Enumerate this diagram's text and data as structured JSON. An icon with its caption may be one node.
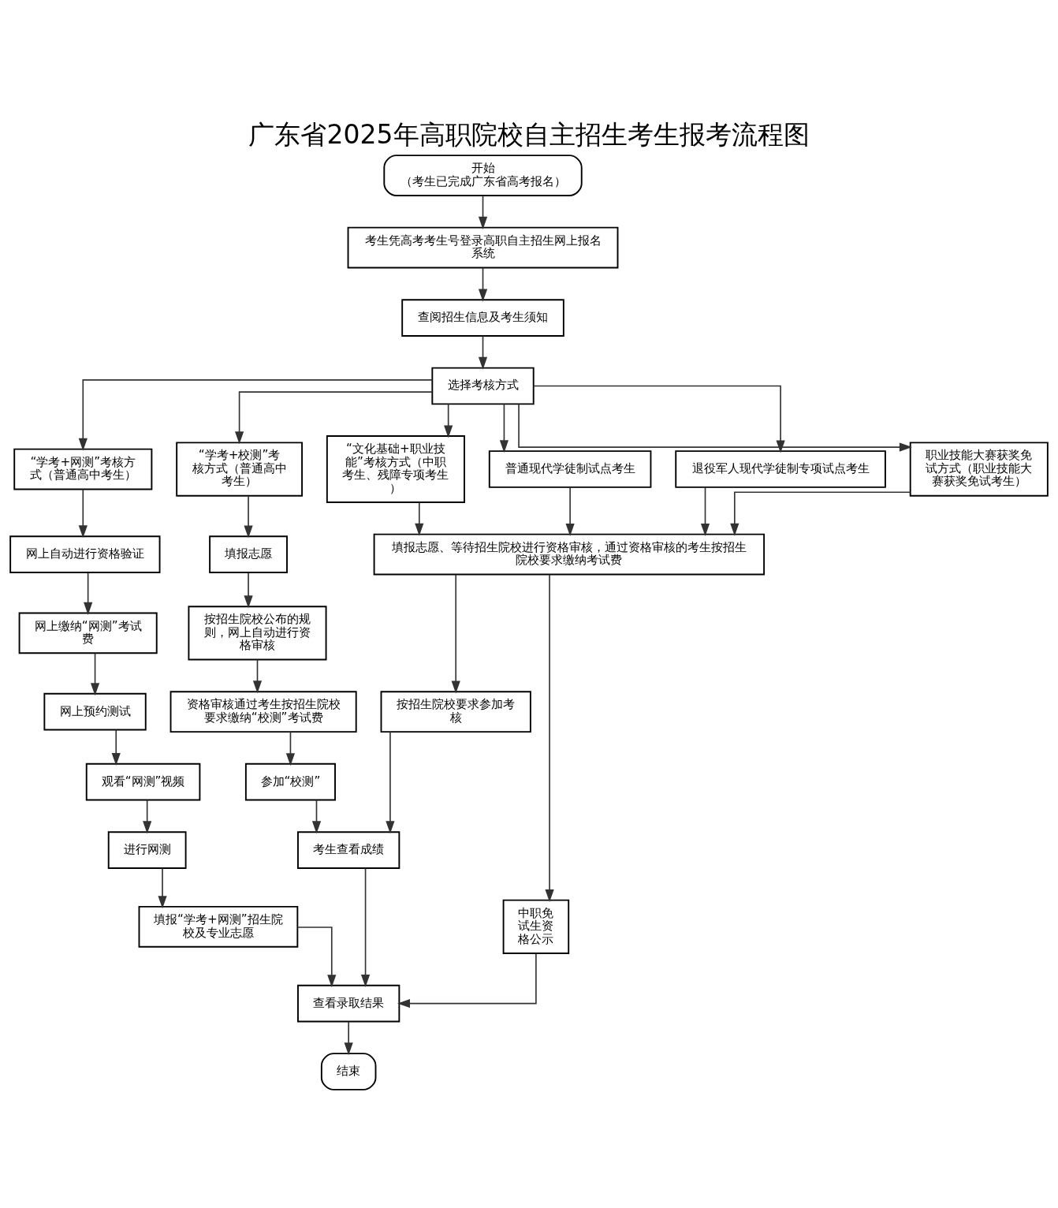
{
  "diagram": {
    "title": "广东省2025年高职院校自主招生考生报考流程图",
    "nodes": [
      {
        "text": [
          "开始",
          "（考生已完成广东省高考报名）"
        ]
      },
      {
        "text": [
          "考生凭高考考生号登录高职自主招生网上报名系统"
        ]
      },
      {
        "text": [
          "查阅招生信息及考生须知"
        ]
      },
      {
        "text": [
          "选择考核方式"
        ]
      },
      {
        "text": [
          "“学考+网测”考核方式（普通高中考生）"
        ]
      },
      {
        "text": [
          "“学考+校测”考核方式（普通高中考生）"
        ]
      },
      {
        "text": [
          "“文化基础+职业技能”考核方式（中职考生、残障专项考生）"
        ]
      },
      {
        "text": [
          "普通现代学徒制试点考生"
        ]
      },
      {
        "text": [
          "退役军人现代学徒制专项试点考生"
        ]
      },
      {
        "text": [
          "职业技能大赛获奖免试方式（职业技能大赛获奖免试考生）"
        ]
      },
      {
        "text": [
          "网上自动进行资格验证"
        ]
      },
      {
        "text": [
          "网上缴纳“网测”考试费"
        ]
      },
      {
        "text": [
          "网上预约测试"
        ]
      },
      {
        "text": [
          "观看“网测”视频"
        ]
      },
      {
        "text": [
          "进行网测"
        ]
      },
      {
        "text": [
          "填报“学考+网测”招生院校及专业志愿"
        ]
      },
      {
        "text": [
          "填报志愿"
        ]
      },
      {
        "text": [
          "按招生院校公布的规则，网上自动进行资格审核"
        ]
      },
      {
        "text": [
          "资格审核通过考生按招生院校要求缴纳“校测”考试费"
        ]
      },
      {
        "text": [
          "参加“校测”"
        ]
      },
      {
        "text": [
          "填报志愿、等待招生院校进行资格审核，通过资格审核的考生按招生院校要求缴纳考试费"
        ]
      },
      {
        "text": [
          "按招生院校要求参加考核"
        ]
      },
      {
        "text": [
          "中职免试生资格公示"
        ]
      },
      {
        "text": [
          "考生查看成绩"
        ]
      },
      {
        "text": [
          "查看录取结果"
        ]
      },
      {
        "text": [
          "结束"
        ]
      }
    ],
    "edges": [
      {
        "from": 0,
        "to": 1,
        "arrow": "to"
      },
      {
        "from": 1,
        "to": 2,
        "arrow": "to"
      },
      {
        "from": 2,
        "to": 3,
        "arrow": "to"
      },
      {
        "from": 3,
        "to": 4,
        "arrow": "to"
      },
      {
        "from": 3,
        "to": 5,
        "arrow": "to"
      },
      {
        "from": 3,
        "to": 6,
        "arrow": "to"
      },
      {
        "from": 3,
        "to": 7,
        "arrow": "to"
      },
      {
        "from": 3,
        "to": 8,
        "arrow": "to"
      },
      {
        "from": 3,
        "to": 9,
        "arrow": "to"
      },
      {
        "from": 4,
        "to": 10,
        "arrow": "to"
      },
      {
        "from": 10,
        "to": 11,
        "arrow": "to"
      },
      {
        "from": 11,
        "to": 12,
        "arrow": "to"
      },
      {
        "from": 12,
        "to": 13,
        "arrow": "to"
      },
      {
        "from": 13,
        "to": 14,
        "arrow": "to"
      },
      {
        "from": 14,
        "to": 15,
        "arrow": "to"
      },
      {
        "from": 15,
        "to": 24,
        "arrow": "to"
      },
      {
        "from": 5,
        "to": 16,
        "arrow": "to"
      },
      {
        "from": 16,
        "to": 17,
        "arrow": "to"
      },
      {
        "from": 17,
        "to": 18,
        "arrow": "to"
      },
      {
        "from": 18,
        "to": 19,
        "arrow": "to"
      },
      {
        "from": 19,
        "to": 23,
        "arrow": "to"
      },
      {
        "from": 6,
        "to": 20,
        "arrow": "to"
      },
      {
        "from": 7,
        "to": 20,
        "arrow": "to"
      },
      {
        "from": 8,
        "to": 20,
        "arrow": "to"
      },
      {
        "from": 9,
        "to": 20,
        "arrow": "to"
      },
      {
        "from": 20,
        "to": 21,
        "arrow": "to"
      },
      {
        "from": 20,
        "to": 22,
        "arrow": "to"
      },
      {
        "from": 21,
        "to": 23,
        "arrow": "to"
      },
      {
        "from": 22,
        "to": 24,
        "arrow": "to"
      },
      {
        "from": 23,
        "to": 24,
        "arrow": "to"
      },
      {
        "from": 24,
        "to": 25,
        "arrow": "to"
      }
    ]
  }
}
